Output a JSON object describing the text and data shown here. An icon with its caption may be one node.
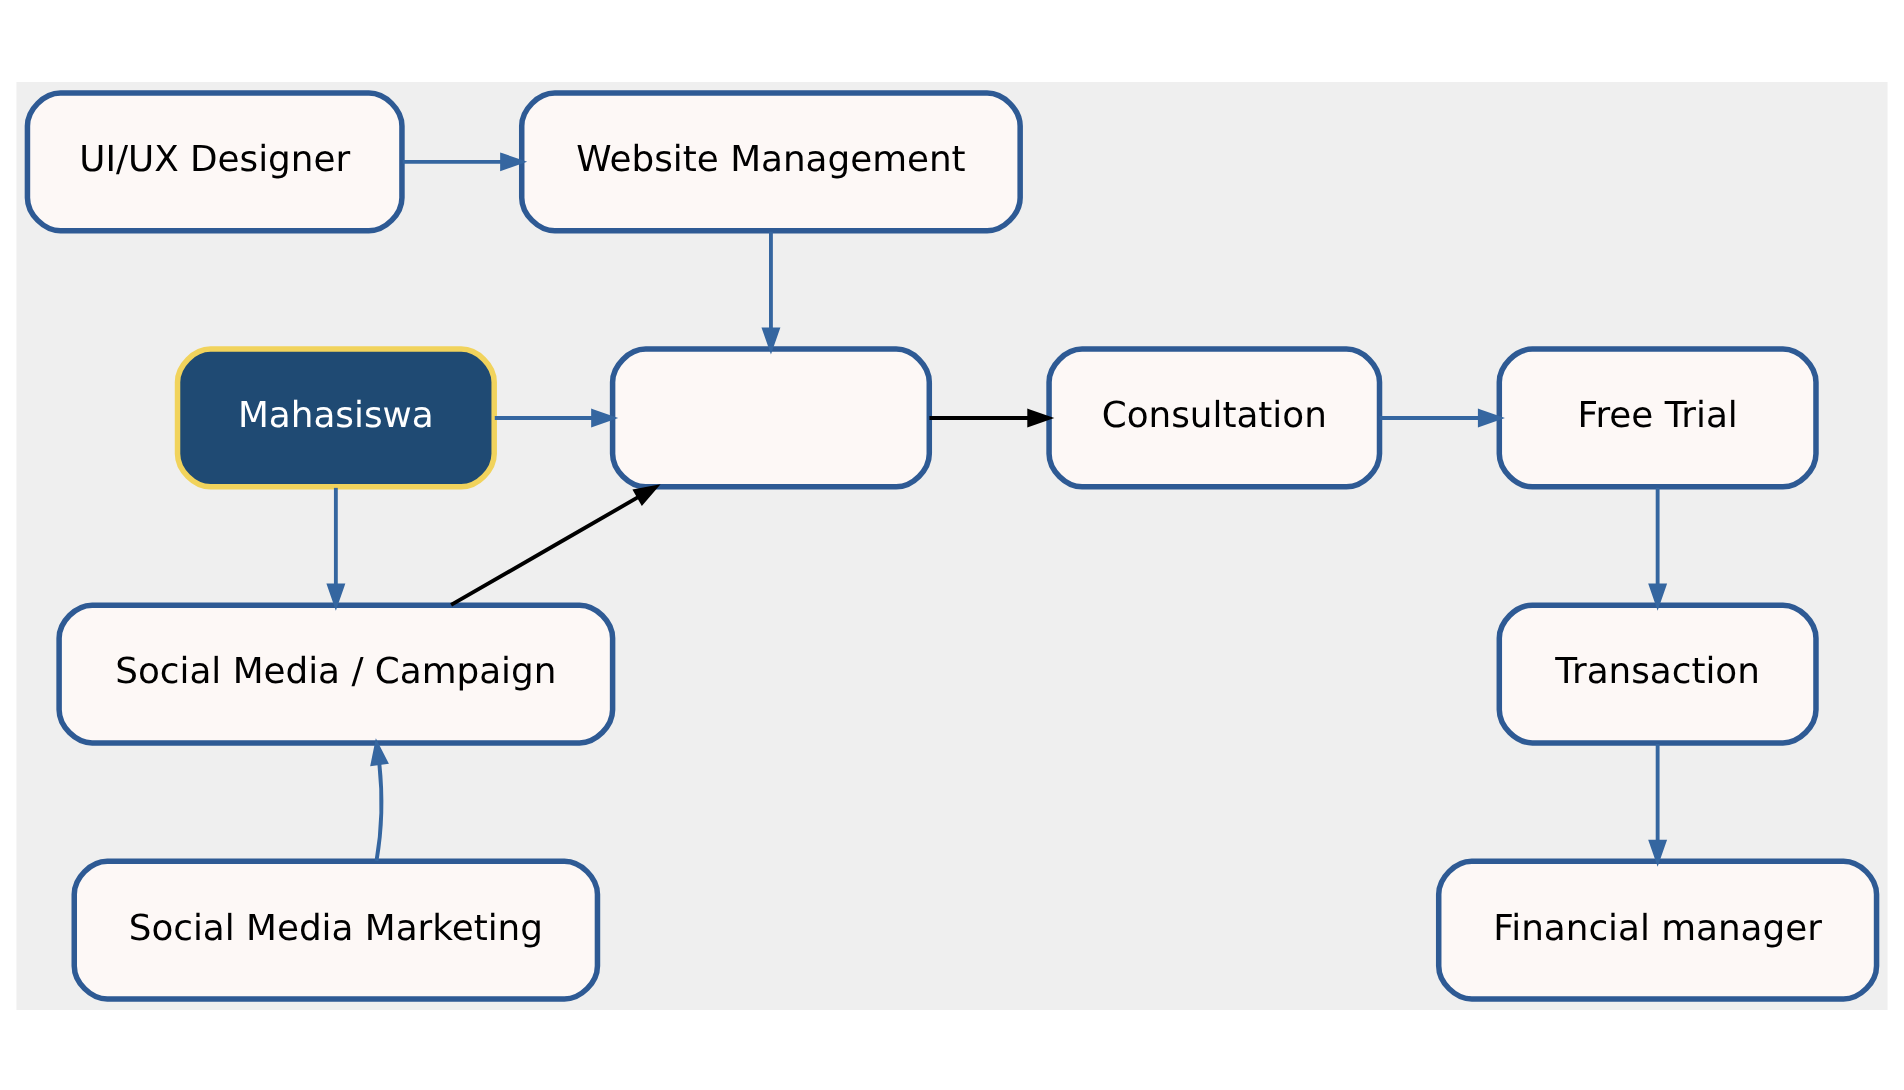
{
  "diagram": {
    "nodes": [
      {
        "text": [
          "Website Management"
        ]
      },
      {
        "text": [
          "UI/UX Designer"
        ]
      },
      {
        "text": [
          "Mahasiswa"
        ]
      },
      {
        "text": [],
        "shape": "box"
      },
      {
        "text": [
          "Consultation"
        ]
      },
      {
        "text": [
          "Free Trial"
        ]
      },
      {
        "text": [
          "Social Media / Campaign"
        ]
      },
      {
        "text": [
          "Transaction"
        ]
      },
      {
        "text": [
          "Social Media Marketing"
        ]
      },
      {
        "text": [
          "Financial manager"
        ]
      }
    ],
    "edges": [
      {
        "from": 1,
        "to": 0,
        "arrow": "to"
      },
      {
        "from": 0,
        "to": 3,
        "arrow": "to"
      },
      {
        "from": 2,
        "to": 3,
        "arrow": "to"
      },
      {
        "from": 2,
        "to": 6,
        "arrow": "to"
      },
      {
        "from": 6,
        "to": 3,
        "arrow": "to",
        "color": "#000000"
      },
      {
        "from": 8,
        "to": 6,
        "arrow": "to"
      },
      {
        "from": 3,
        "to": 4,
        "arrow": "to",
        "color": "#000000"
      },
      {
        "from": 4,
        "to": 5,
        "arrow": "to"
      },
      {
        "from": 5,
        "to": 7,
        "arrow": "to"
      },
      {
        "from": 7,
        "to": 9,
        "arrow": "to"
      }
    ]
  }
}
